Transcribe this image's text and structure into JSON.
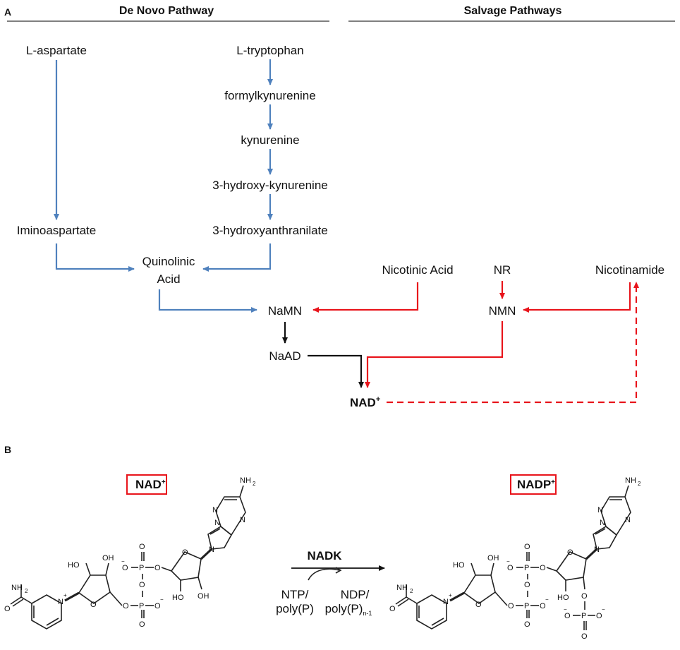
{
  "panel_a": {
    "label": "A",
    "de_novo_title": "De Novo Pathway",
    "salvage_title": "Salvage Pathways",
    "nodes": {
      "l_aspartate": "L-aspartate",
      "l_tryptophan": "L-tryptophan",
      "formylkynurenine": "formylkynurenine",
      "kynurenine": "kynurenine",
      "hydroxy_kynurenine": "3-hydroxy-kynurenine",
      "iminoaspartate": "Iminoaspartate",
      "hydroxyanthranilate": "3-hydroxyanthranilate",
      "quinolinic_1": "Quinolinic",
      "quinolinic_2": "Acid",
      "nicotinic_acid": "Nicotinic Acid",
      "nr": "NR",
      "nicotinamide": "Nicotinamide",
      "namn": "NaMN",
      "nmn": "NMN",
      "naad": "NaAD",
      "nad": "NAD",
      "nad_sup": "+"
    },
    "colors": {
      "de_novo": "#4f81bd",
      "salvage": "#e8141b",
      "common": "#111111"
    }
  },
  "panel_b": {
    "label": "B",
    "left_box": {
      "text": "NAD",
      "sup": "+"
    },
    "right_box": {
      "text": "NADP",
      "sup": "+"
    },
    "enzyme": "NADK",
    "substrate_1": "NTP/",
    "substrate_2": "poly(P)",
    "product_1": "NDP/",
    "product_2": "poly(P)",
    "product_sub": "n-1",
    "box_color": "#e8141b",
    "atoms": {
      "nh2": "NH",
      "nh2_sub": "2",
      "o": "O",
      "n": "N",
      "p": "P",
      "ho": "HO",
      "oh": "OH",
      "minus": "−",
      "plus": "+"
    }
  }
}
